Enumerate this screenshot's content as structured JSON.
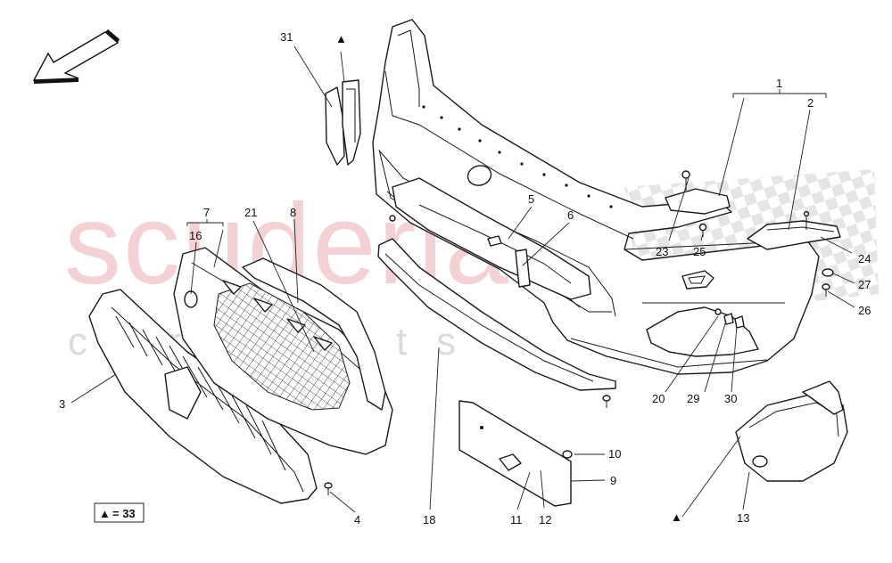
{
  "watermark": {
    "brand": "scuderia",
    "sub": "car parts",
    "brand_color": "#e38a92"
  },
  "direction_arrow_icon": "arrow-down-left-icon",
  "legend": {
    "symbol": "▲",
    "text": "= 33"
  },
  "triangle_marks": [
    "▲",
    "▲"
  ],
  "callouts": [
    {
      "id": "c1",
      "label": "1"
    },
    {
      "id": "c2",
      "label": "2"
    },
    {
      "id": "c3",
      "label": "3"
    },
    {
      "id": "c4",
      "label": "4"
    },
    {
      "id": "c5",
      "label": "5"
    },
    {
      "id": "c6",
      "label": "6"
    },
    {
      "id": "c7",
      "label": "7"
    },
    {
      "id": "c8",
      "label": "8"
    },
    {
      "id": "c9",
      "label": "9"
    },
    {
      "id": "c10",
      "label": "10"
    },
    {
      "id": "c11",
      "label": "11"
    },
    {
      "id": "c12",
      "label": "12"
    },
    {
      "id": "c13",
      "label": "13"
    },
    {
      "id": "c16",
      "label": "16"
    },
    {
      "id": "c18",
      "label": "18"
    },
    {
      "id": "c20",
      "label": "20"
    },
    {
      "id": "c21",
      "label": "21"
    },
    {
      "id": "c23",
      "label": "23"
    },
    {
      "id": "c24",
      "label": "24"
    },
    {
      "id": "c25",
      "label": "25"
    },
    {
      "id": "c26",
      "label": "26"
    },
    {
      "id": "c27",
      "label": "27"
    },
    {
      "id": "c29",
      "label": "29"
    },
    {
      "id": "c30",
      "label": "30"
    },
    {
      "id": "c31",
      "label": "31"
    }
  ]
}
